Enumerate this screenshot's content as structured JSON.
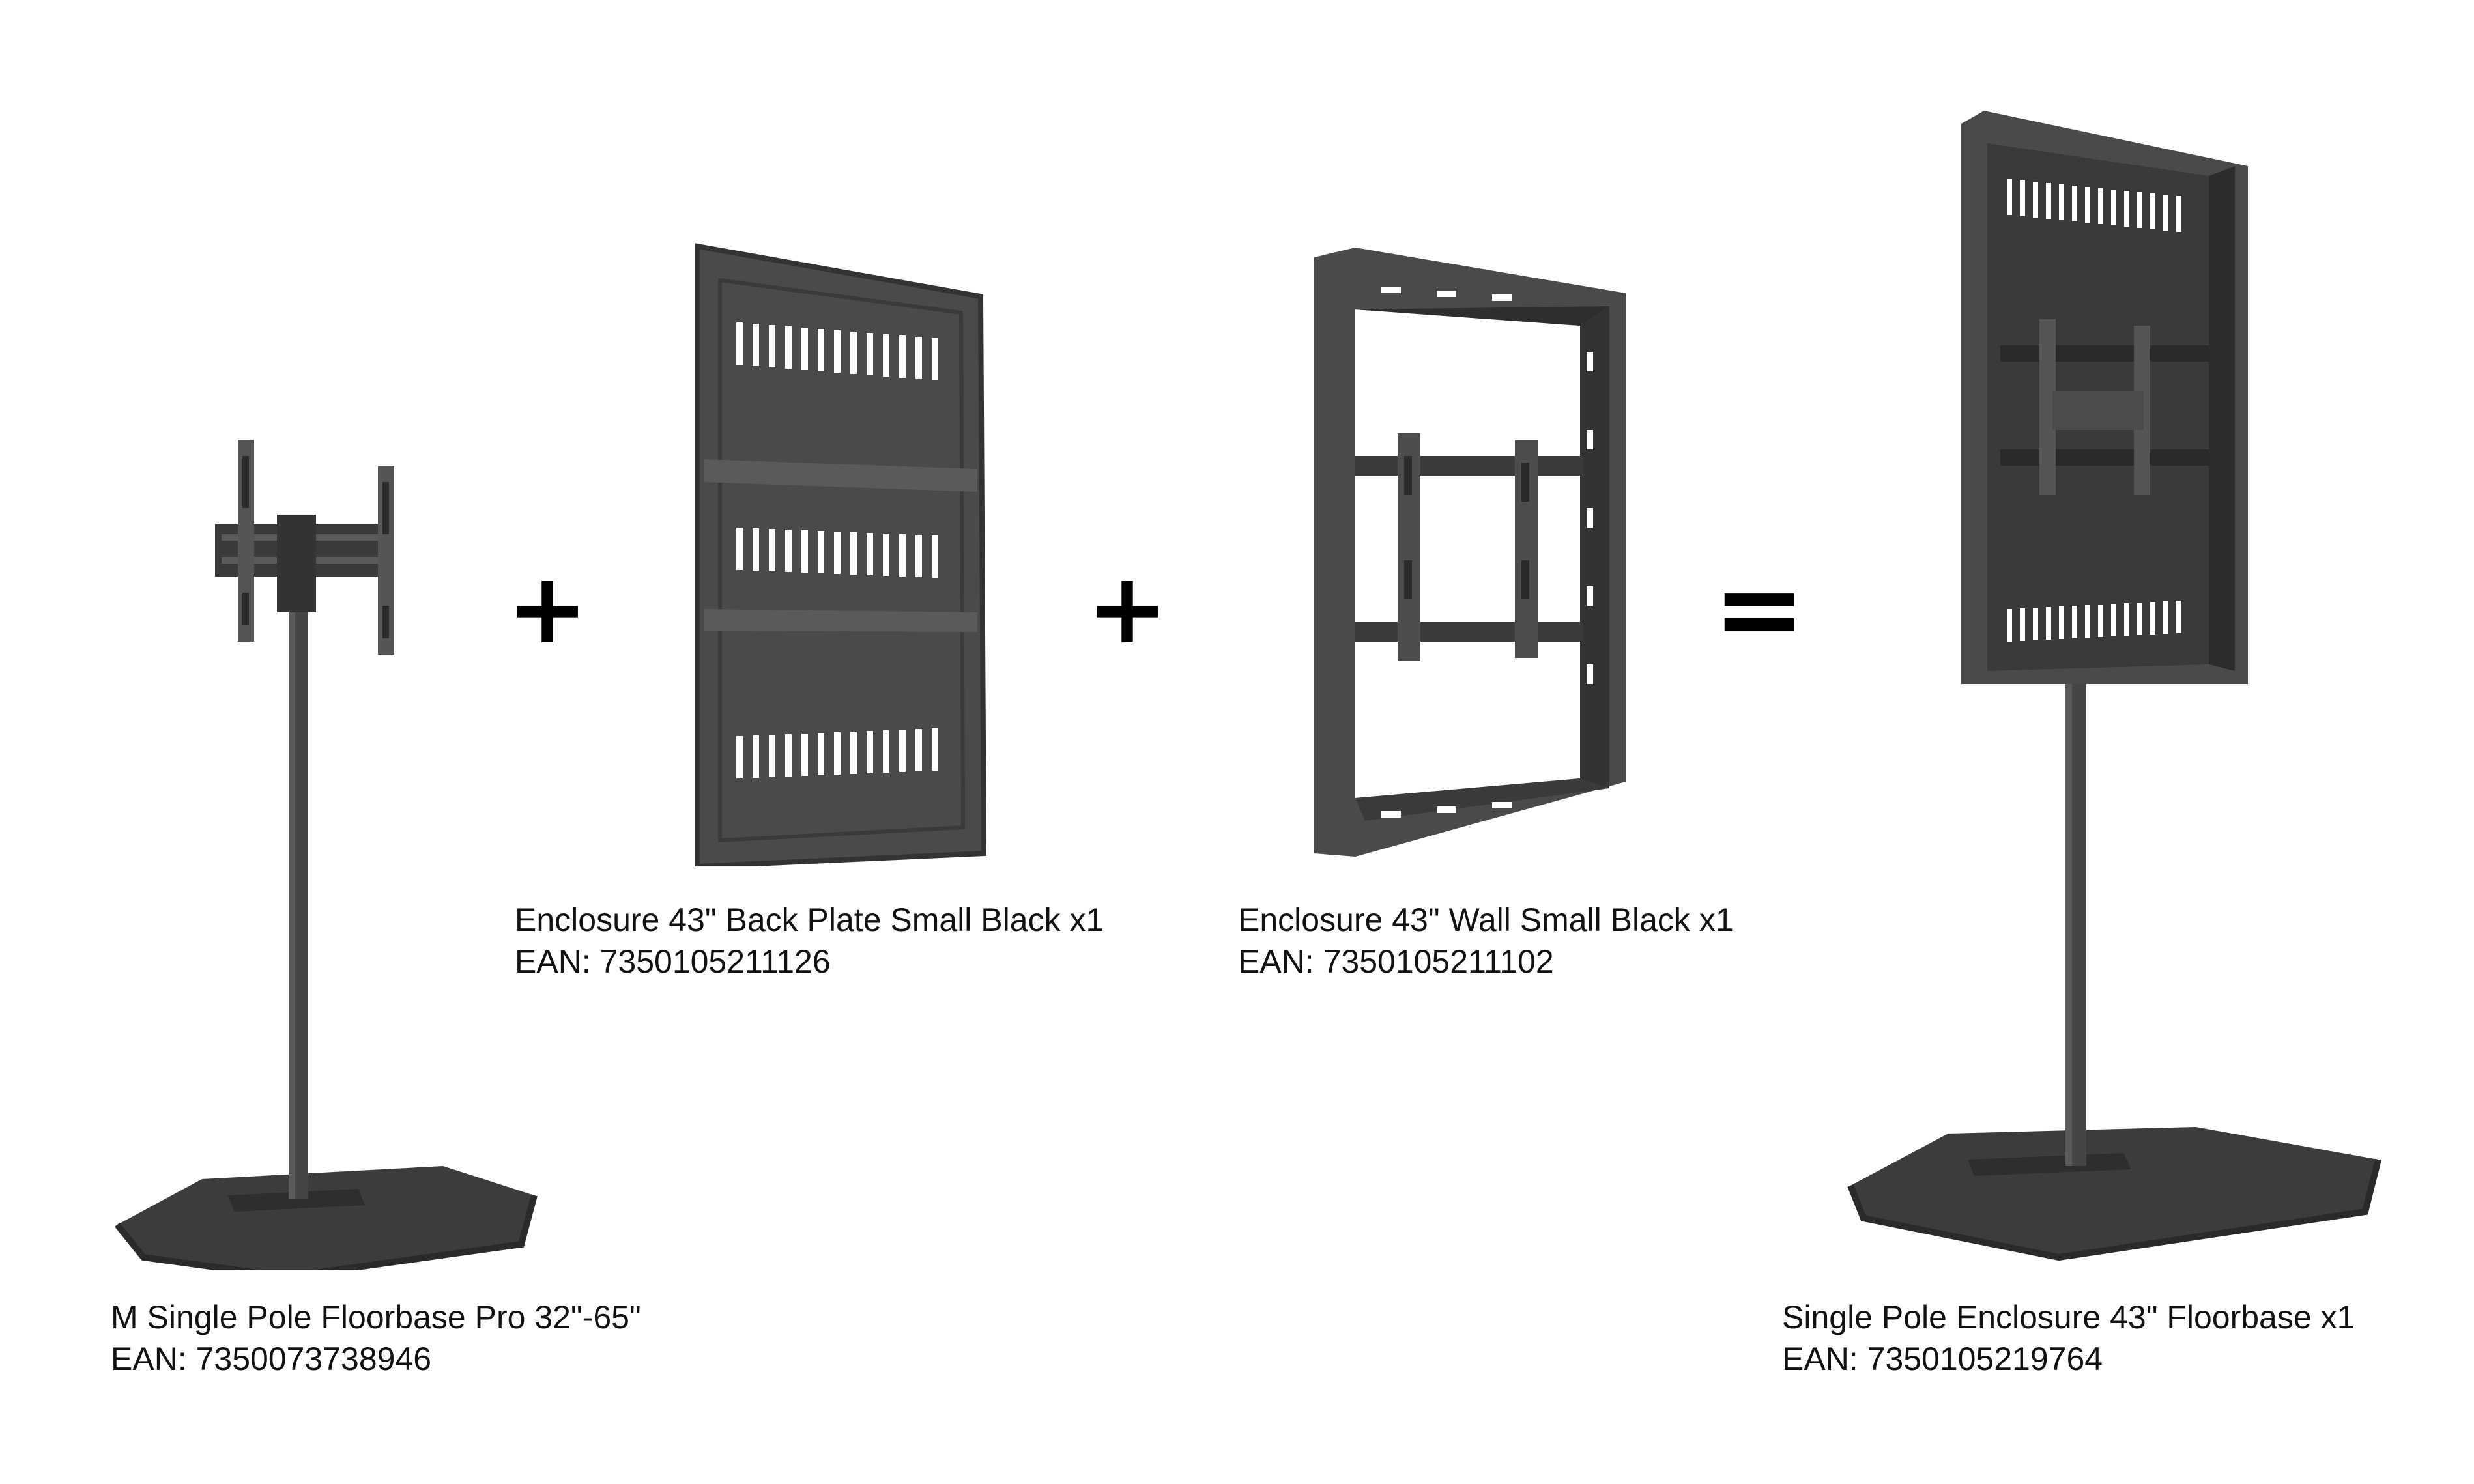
{
  "products": [
    {
      "name": "M Single Pole Floorbase Pro 32\"-65\"",
      "ean": "EAN: 7350073738946",
      "icon": "floorbase-stand-icon"
    },
    {
      "name": "Enclosure 43\" Back Plate Small Black x1",
      "ean": "EAN: 7350105211126",
      "icon": "back-plate-icon"
    },
    {
      "name": "Enclosure 43\" Wall Small Black x1",
      "ean": "EAN: 7350105211102",
      "icon": "wall-enclosure-icon"
    },
    {
      "name": "Single Pole Enclosure 43\" Floorbase x1",
      "ean": "EAN: 7350105219764",
      "icon": "enclosure-floorbase-icon"
    }
  ],
  "operators": {
    "plus": "+",
    "equals": "="
  },
  "colors": {
    "metal": "#4a4a4a",
    "metal_dark": "#2e2e2e",
    "metal_light": "#6a6a6a",
    "background": "#ffffff"
  }
}
